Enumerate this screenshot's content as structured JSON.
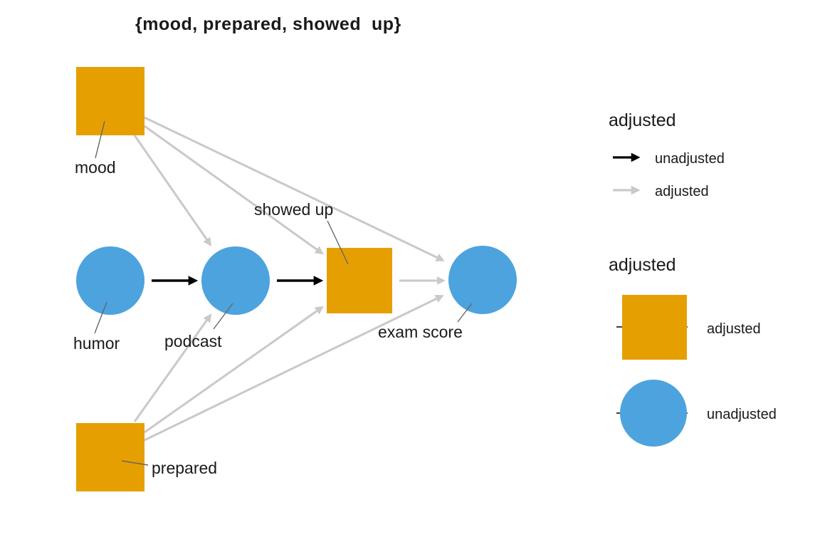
{
  "title": "{mood, prepared, showed  up}",
  "diagram": {
    "type": "dag",
    "nodes": [
      {
        "id": "mood",
        "label": "mood",
        "status": "adjusted",
        "shape": "square"
      },
      {
        "id": "humor",
        "label": "humor",
        "status": "unadjusted",
        "shape": "circle"
      },
      {
        "id": "podcast",
        "label": "podcast",
        "status": "unadjusted",
        "shape": "circle"
      },
      {
        "id": "showed_up",
        "label": "showed up",
        "status": "adjusted",
        "shape": "square"
      },
      {
        "id": "exam_score",
        "label": "exam score",
        "status": "unadjusted",
        "shape": "circle"
      },
      {
        "id": "prepared",
        "label": "prepared",
        "status": "adjusted",
        "shape": "square"
      }
    ],
    "edges": [
      {
        "from": "humor",
        "to": "podcast",
        "status": "unadjusted"
      },
      {
        "from": "podcast",
        "to": "showed_up",
        "status": "unadjusted"
      },
      {
        "from": "mood",
        "to": "podcast",
        "status": "adjusted"
      },
      {
        "from": "mood",
        "to": "showed_up",
        "status": "adjusted"
      },
      {
        "from": "mood",
        "to": "exam_score",
        "status": "adjusted"
      },
      {
        "from": "showed_up",
        "to": "exam_score",
        "status": "adjusted"
      },
      {
        "from": "prepared",
        "to": "podcast",
        "status": "adjusted"
      },
      {
        "from": "prepared",
        "to": "showed_up",
        "status": "adjusted"
      },
      {
        "from": "prepared",
        "to": "exam_score",
        "status": "adjusted"
      }
    ]
  },
  "legend": {
    "arrow_group": {
      "title": "adjusted",
      "items": [
        {
          "label": "unadjusted",
          "color": "#000000"
        },
        {
          "label": "adjusted",
          "color": "#C9C9C9"
        }
      ]
    },
    "node_group": {
      "title": "adjusted",
      "items": [
        {
          "label": "adjusted",
          "shape": "square",
          "color": "#E69F00"
        },
        {
          "label": "unadjusted",
          "shape": "circle",
          "color": "#4DA3DE"
        }
      ]
    }
  },
  "colors": {
    "adjusted_node": "#E69F00",
    "unadjusted_node": "#4DA3DE",
    "unadjusted_edge": "#000000",
    "adjusted_edge": "#C9C9C9",
    "label_connector": "#666666",
    "text": "#1A1A1A",
    "background": "#FFFFFF"
  }
}
